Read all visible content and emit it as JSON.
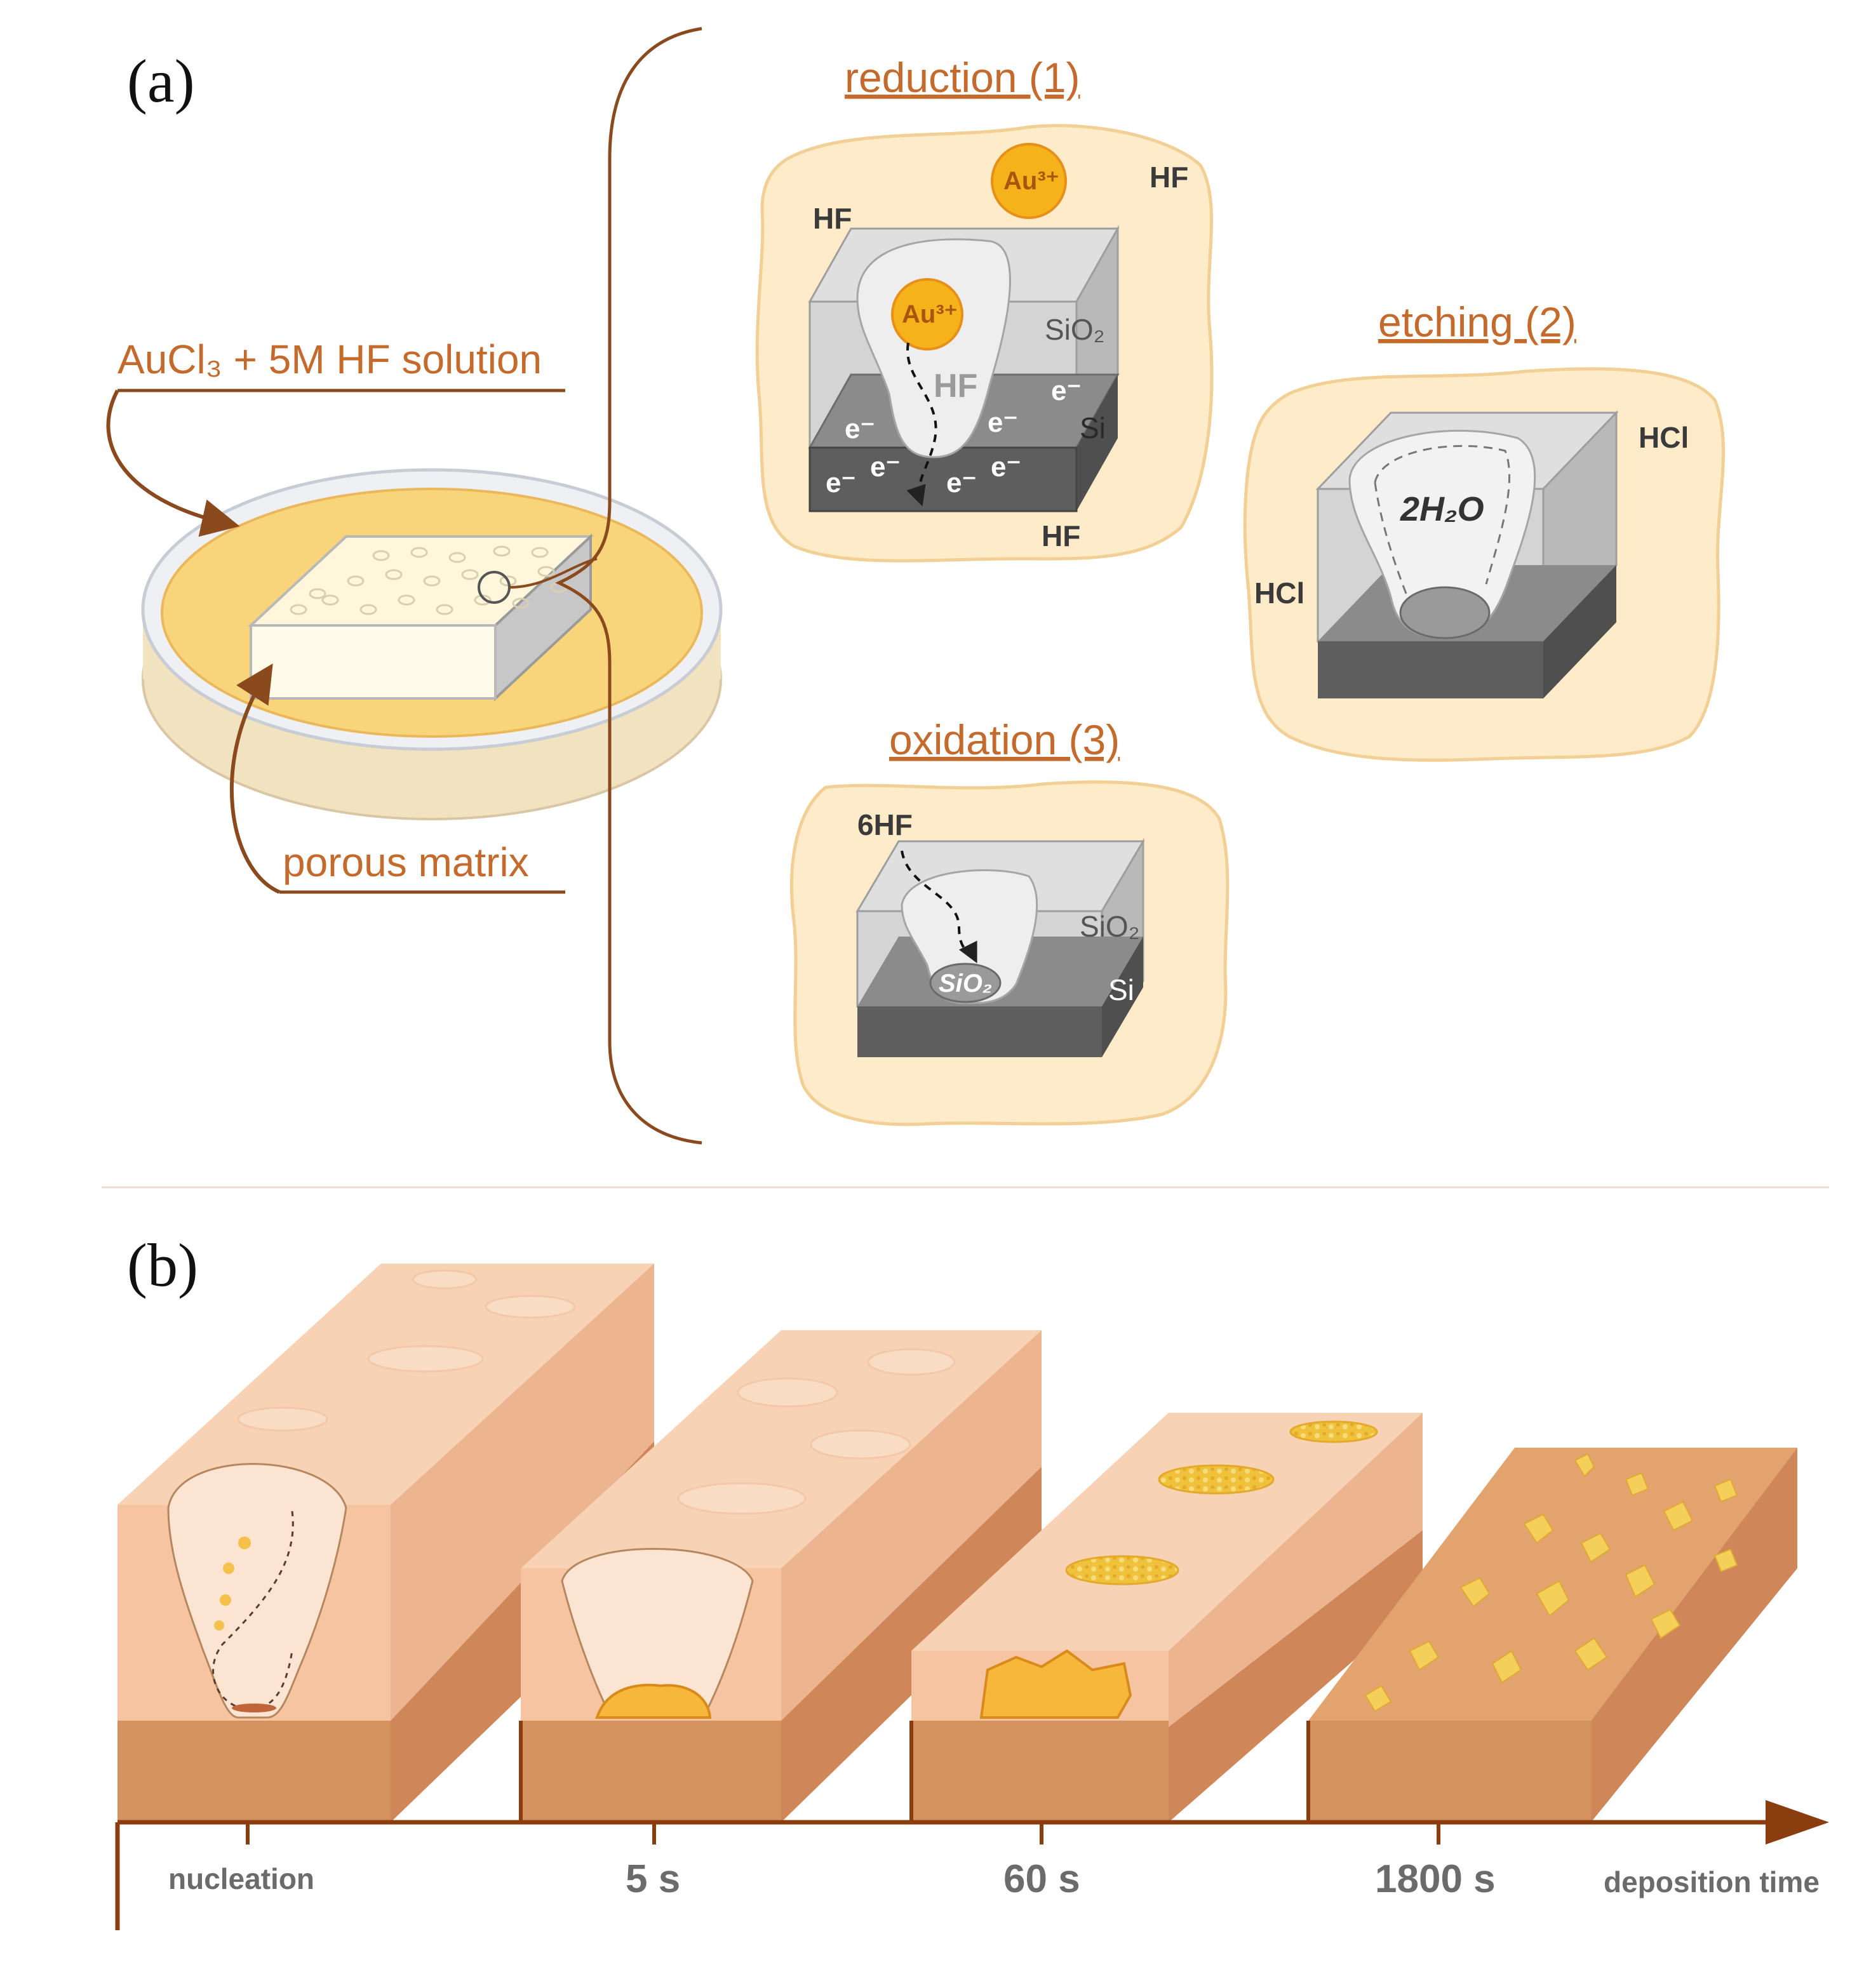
{
  "panel_a": {
    "label": "(a)",
    "solution_label": "AuCl₃ + 5M HF solution",
    "matrix_label": "porous matrix",
    "steps": {
      "reduction": {
        "title": "reduction (1)",
        "ion": "Au³⁺",
        "hf": "HF",
        "sio2": "SiO₂",
        "si": "Si",
        "electron": "e⁻"
      },
      "etching": {
        "title": "etching (2)",
        "hcl": "HCl",
        "water": "2H₂O"
      },
      "oxidation": {
        "title": "oxidation (3)",
        "reagent": "6HF",
        "product": "SiO₂",
        "sio2": "SiO₂",
        "si": "Si"
      }
    }
  },
  "panel_b": {
    "label": "(b)",
    "stages": [
      "nucleation",
      "5 s",
      "60 s",
      "1800 s"
    ],
    "axis_label": "deposition time"
  },
  "colors": {
    "accent_orange": "#c56a2d",
    "brown_line": "#8a4a1e",
    "solution_yellow": "#f8d57a",
    "cloud_fill": "#fdebc9",
    "block_top": "#f6c9a6",
    "block_side": "#d99a6c",
    "gold": "#f0c23c"
  },
  "icons": [
    "petri-dish",
    "porous-block",
    "brace",
    "arrow",
    "time-axis-arrow"
  ]
}
